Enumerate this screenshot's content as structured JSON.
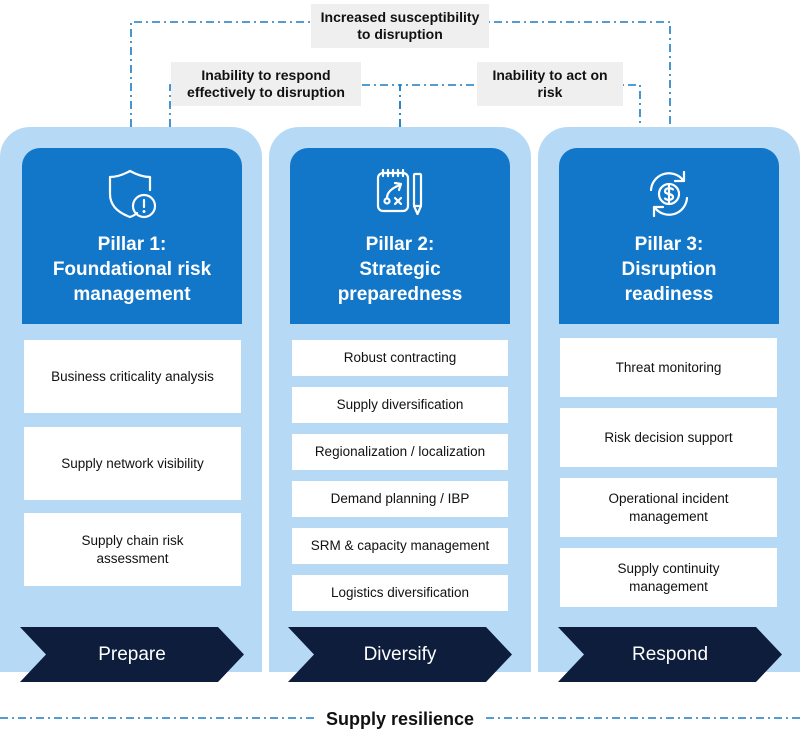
{
  "risks": {
    "top": "Increased susceptibility\nto disruption",
    "left": "Inability to respond\neffectively to disruption",
    "right": "Inability to act on\nrisk"
  },
  "pillars": [
    {
      "icon": "shield-alert-icon",
      "title": "Pillar 1:\nFoundational risk\nmanagement",
      "items": [
        "Business criticality analysis",
        "Supply network visibility",
        "Supply chain risk\nassessment"
      ],
      "action": "Prepare"
    },
    {
      "icon": "strategy-plan-icon",
      "title": "Pillar 2:\nStrategic\npreparedness",
      "items": [
        "Robust contracting",
        "Supply diversification",
        "Regionalization / localization",
        "Demand planning / IBP",
        "SRM & capacity management",
        "Logistics diversification"
      ],
      "action": "Diversify"
    },
    {
      "icon": "dollar-cycle-icon",
      "title": "Pillar 3:\nDisruption\nreadiness",
      "items": [
        "Threat monitoring",
        "Risk decision support",
        "Operational incident\nmanagement",
        "Supply continuity\nmanagement"
      ],
      "action": "Respond"
    }
  ],
  "footer": "Supply resilience",
  "colors": {
    "pillar_background": "#b6d9f5",
    "pillar_header": "#1276c9",
    "action_chevron": "#0d1d3b",
    "connector": "#1a7bc4",
    "risk_box": "#efefef"
  }
}
